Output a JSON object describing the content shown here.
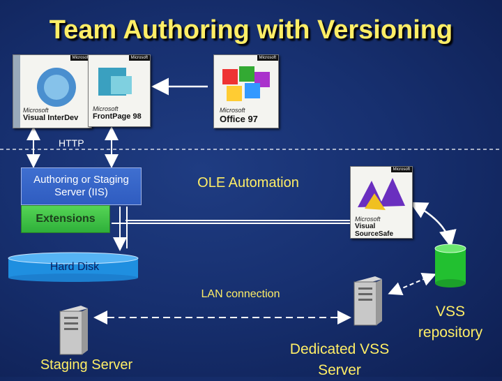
{
  "title": "Team Authoring with Versioning",
  "labels": {
    "http": "HTTP",
    "server_box": "Authoring or Staging Server (IIS)",
    "extensions": "Extensions",
    "ole": "OLE Automation",
    "hard_disk": "Hard Disk",
    "lan": "LAN connection",
    "staging_server": "Staging Server",
    "dedicated_vss": "Dedicated VSS Server",
    "vss_repository": "VSS repository"
  },
  "products": {
    "interdev": {
      "brand": "Microsoft",
      "name": "Visual InterDev"
    },
    "frontpage": {
      "brand": "Microsoft",
      "name": "FrontPage 98"
    },
    "office": {
      "brand": "Microsoft",
      "name": "Office 97"
    },
    "sourcesafe": {
      "brand": "Microsoft",
      "name": "Visual SourceSafe"
    }
  },
  "colors": {
    "title": "#ffee66",
    "background": "#173070",
    "server_box": "#3f6fd0",
    "extensions": "#3fbf44",
    "disk": "#1f8fe0",
    "repository": "#22c030"
  }
}
